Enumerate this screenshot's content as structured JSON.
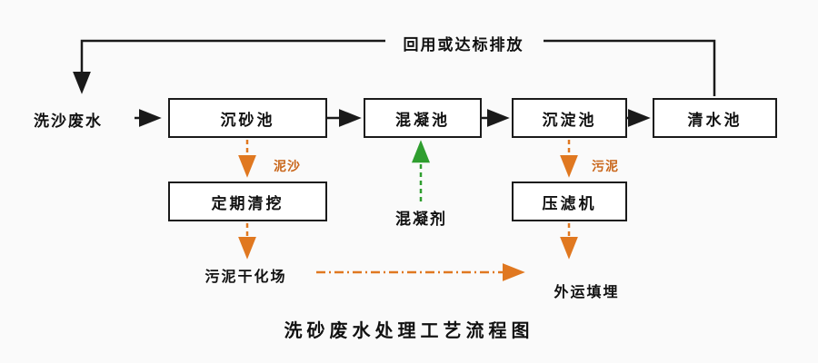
{
  "diagram": {
    "title": "洗砂废水处理工艺流程图",
    "return_label": "回用或达标排放",
    "input_label": "洗沙废水",
    "nodes": {
      "grit": "沉砂池",
      "coagulation": "混凝池",
      "sedimentation": "沉淀池",
      "clear": "清水池",
      "dredge": "定期清挖",
      "press": "压滤机"
    },
    "stream_labels": {
      "sediment": "泥沙",
      "sludge": "污泥",
      "coagulant": "混凝剂",
      "drying_field": "污泥干化场",
      "landfill": "外运填埋"
    },
    "colors": {
      "main_line": "#1a1a1a",
      "sludge_flow": "#e07820",
      "coagulant_flow": "#2f9e2f"
    }
  }
}
